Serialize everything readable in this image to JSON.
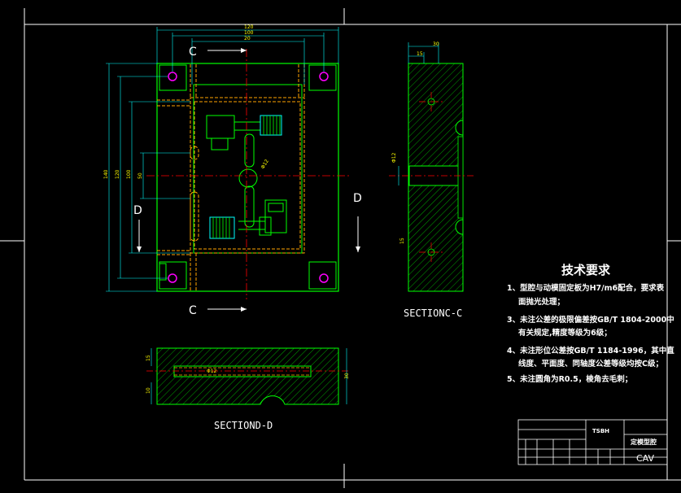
{
  "drawing": {
    "section_marks": {
      "c_top": "C",
      "c_bottom": "C",
      "d_left": "D",
      "d_right": "D"
    },
    "dimensions": {
      "top_1": "120",
      "top_2": "100",
      "top_3": "20",
      "left_1": "140",
      "left_2": "120",
      "left_3": "100",
      "left_4": "50",
      "diameter": "Φ12",
      "side_1": "30",
      "side_2": "15",
      "side_3": "Φ12",
      "side_4": "15",
      "bottom_1": "15",
      "bottom_2": "10",
      "bottom_3": "30",
      "bottom_4": "Φ12"
    },
    "section_c_label": "SECTIONC-C",
    "section_d_label": "SECTIOND-D"
  },
  "tech_requirements": {
    "title": "技术要求",
    "items": [
      "1、型腔与动模固定板为H7/m6配合，要求表",
      "面抛光处理；",
      "3、未注公差的极限偏差按GB/T 1804-2000中",
      "有关规定,精度等级为6级；",
      "4、未注形位公差按GB/T 1184-1996，其中直",
      "线度、平面度、同轴度公差等级均按C级；",
      "5、未注圆角为R0.5，棱角去毛刺；"
    ]
  },
  "title_block": {
    "part_code": "TSBH",
    "part_name": "定模型腔",
    "scale": "CAV"
  },
  "colors": {
    "background": "#000000",
    "part_outline": "#00ff00",
    "dimension": "#ffff00",
    "center_line": "#ff0000",
    "hidden_line": "#ffa500",
    "frame": "#ffffff",
    "hatch": "#00ff00"
  }
}
